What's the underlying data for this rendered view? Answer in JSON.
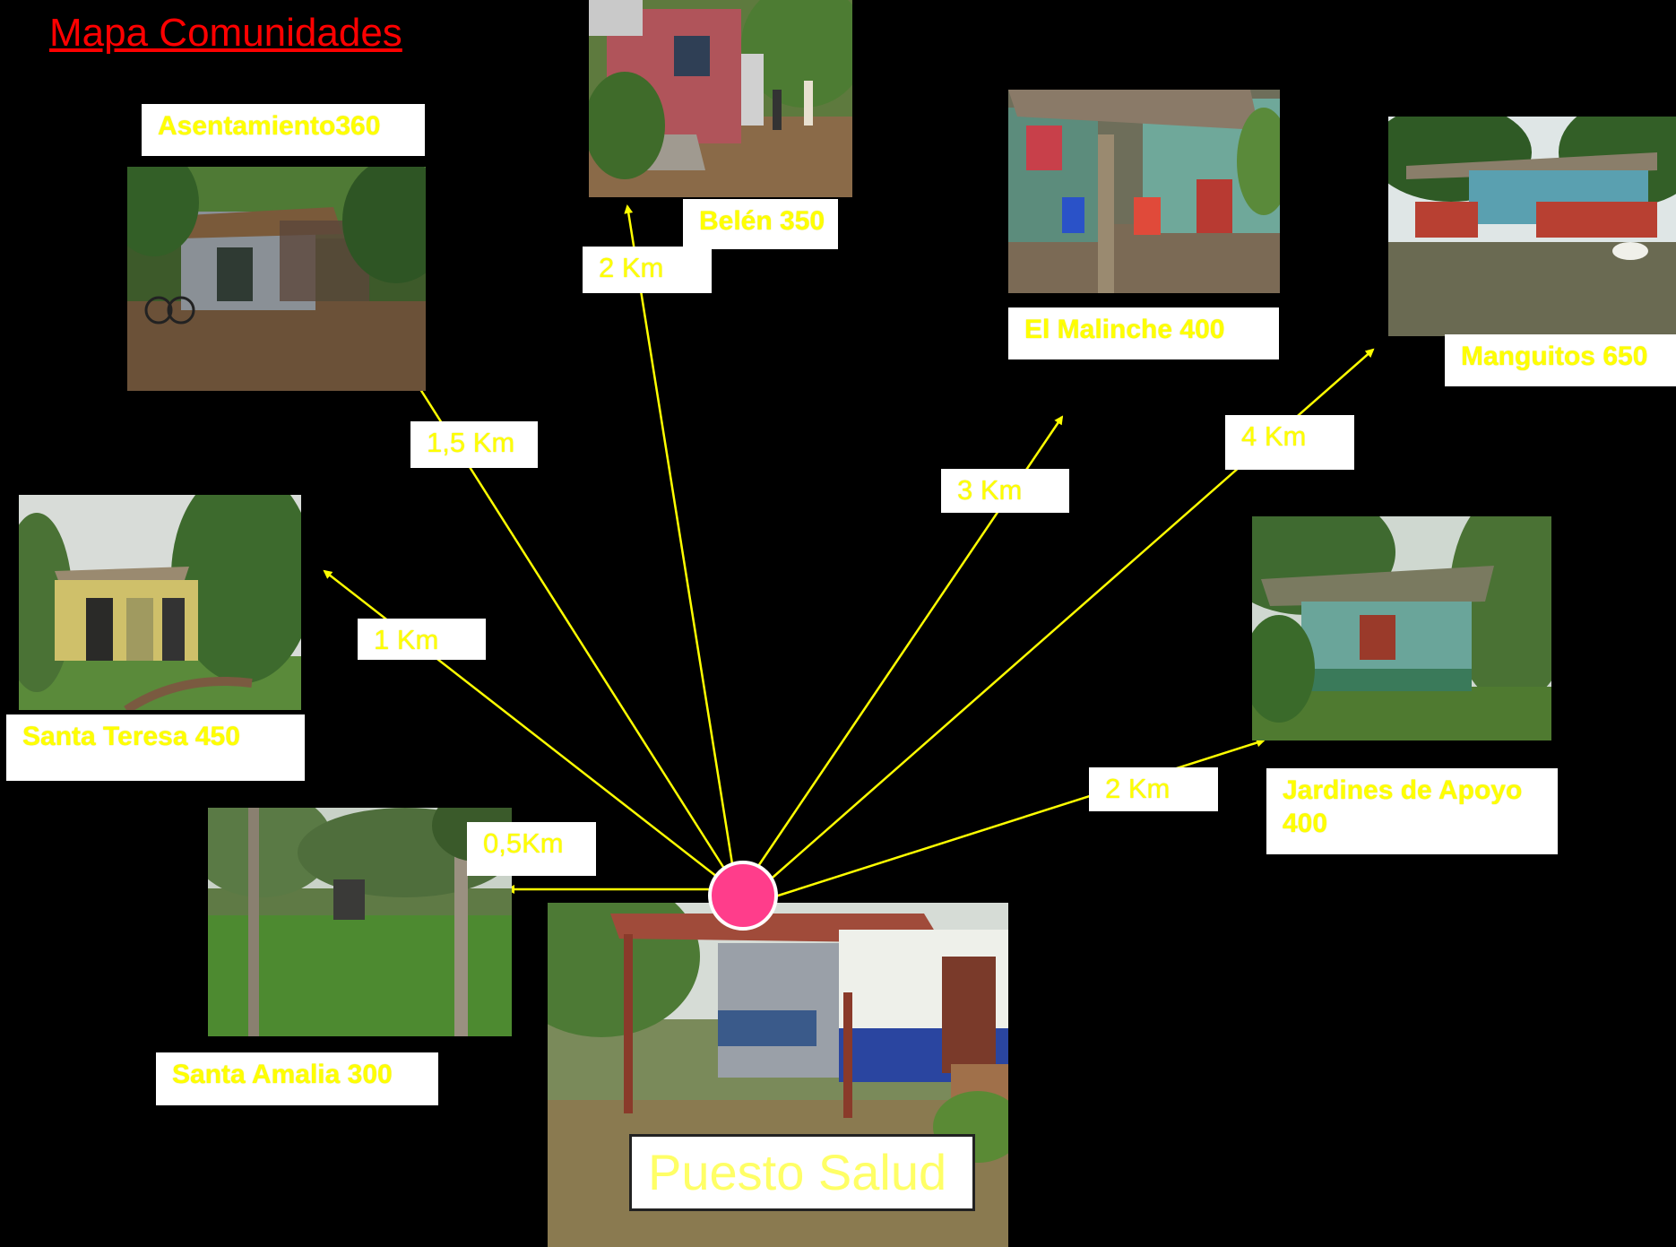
{
  "title": "Mapa Comunidades",
  "center": {
    "label": "Puesto Salud"
  },
  "communities": [
    {
      "id": "asentamiento",
      "label": "Asentamiento360",
      "distance": "1,5 Km"
    },
    {
      "id": "belen",
      "label": "Belén 350",
      "distance": "2 Km"
    },
    {
      "id": "malinche",
      "label": "El Malinche 400",
      "distance": "3 Km"
    },
    {
      "id": "manguitos",
      "label": "Manguitos 650",
      "distance": "4 Km"
    },
    {
      "id": "jardines",
      "label": "Jardines de Apoyo 400",
      "distance": "2 Km"
    },
    {
      "id": "teresa",
      "label": "Santa Teresa 450",
      "distance": "1 Km"
    },
    {
      "id": "amalia",
      "label": "Santa Amalia 300",
      "distance": "0,5Km"
    }
  ],
  "colors": {
    "arrow": "#ffff00",
    "hub": "#ff3d8b",
    "title": "#ff0000",
    "label_text": "#ffff00"
  }
}
